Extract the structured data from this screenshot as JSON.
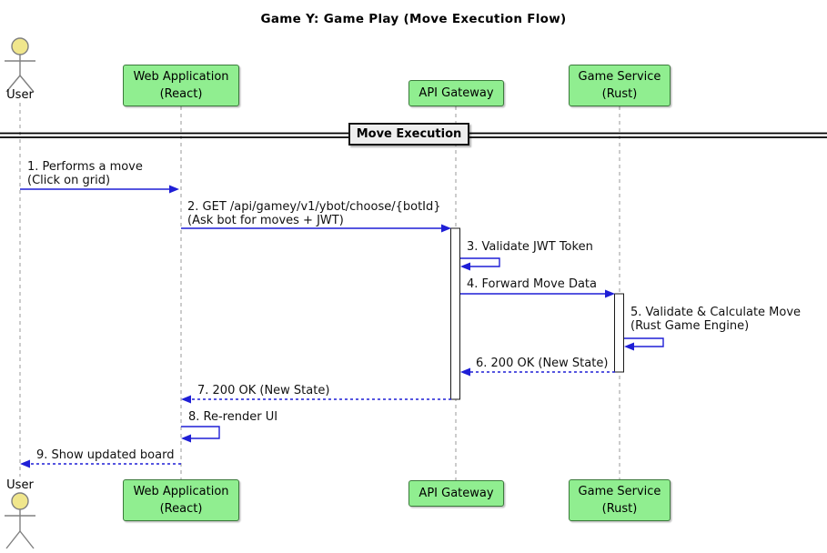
{
  "title": "Game Y: Game Play (Move Execution Flow)",
  "divider": {
    "label": "Move Execution"
  },
  "participants": {
    "user": {
      "label": "User",
      "type": "actor"
    },
    "webapp": {
      "label": "Web Application\n(React)"
    },
    "apigw": {
      "label": "API Gateway"
    },
    "gamesvc": {
      "label": "Game Service\n(Rust)"
    }
  },
  "messages": [
    {
      "label": "1. Performs a move\n(Click on grid)",
      "from": "user",
      "to": "webapp",
      "style": "solid"
    },
    {
      "label": "2. GET /api/gamey/v1/ybot/choose/{botId}\n(Ask bot for moves + JWT)",
      "from": "webapp",
      "to": "apigw",
      "style": "solid"
    },
    {
      "label": "3. Validate JWT Token",
      "from": "apigw",
      "to": "apigw",
      "style": "self"
    },
    {
      "label": "4. Forward Move Data",
      "from": "apigw",
      "to": "gamesvc",
      "style": "solid"
    },
    {
      "label": "5. Validate & Calculate Move\n(Rust Game Engine)",
      "from": "gamesvc",
      "to": "gamesvc",
      "style": "self"
    },
    {
      "label": "6. 200 OK (New State)",
      "from": "gamesvc",
      "to": "apigw",
      "style": "dashed"
    },
    {
      "label": "7. 200 OK (New State)",
      "from": "apigw",
      "to": "webapp",
      "style": "dashed"
    },
    {
      "label": "8. Re-render UI",
      "from": "webapp",
      "to": "webapp",
      "style": "self"
    },
    {
      "label": "9. Show updated board",
      "from": "webapp",
      "to": "user",
      "style": "dashed"
    }
  ],
  "colors": {
    "participant_fill": "#90EE90",
    "participant_border": "#3b7a3b",
    "actor_head_fill": "#F0E68C",
    "actor_stroke": "#808080",
    "arrow_blue": "#1f1fd6",
    "lifeline_gray": "#999999",
    "divider_fill": "#EEEEEE",
    "activation_fill": "#FFFFFF"
  }
}
